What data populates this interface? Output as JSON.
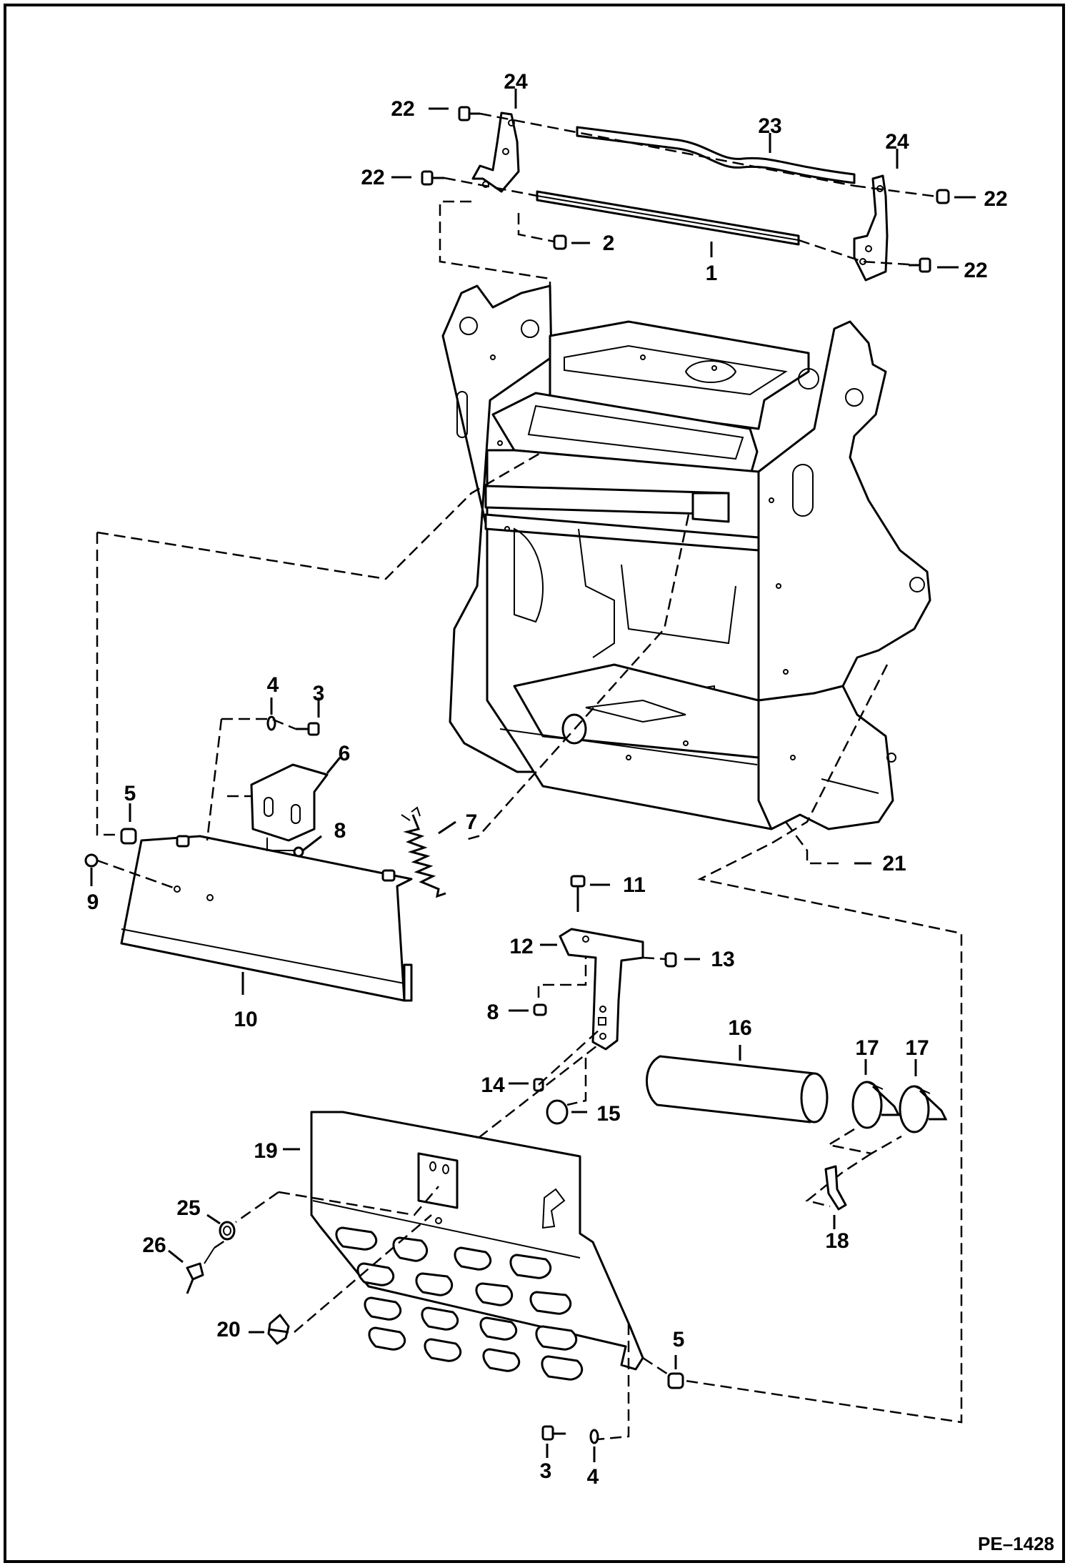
{
  "figure_id": "PE–1428",
  "callouts": [
    {
      "id": "c1",
      "text": "1"
    },
    {
      "id": "c2",
      "text": "2"
    },
    {
      "id": "c3a",
      "text": "3"
    },
    {
      "id": "c3b",
      "text": "3"
    },
    {
      "id": "c4a",
      "text": "4"
    },
    {
      "id": "c4b",
      "text": "4"
    },
    {
      "id": "c5a",
      "text": "5"
    },
    {
      "id": "c5b",
      "text": "5"
    },
    {
      "id": "c6",
      "text": "6"
    },
    {
      "id": "c7",
      "text": "7"
    },
    {
      "id": "c8a",
      "text": "8"
    },
    {
      "id": "c8b",
      "text": "8"
    },
    {
      "id": "c9",
      "text": "9"
    },
    {
      "id": "c10",
      "text": "10"
    },
    {
      "id": "c11",
      "text": "11"
    },
    {
      "id": "c12",
      "text": "12"
    },
    {
      "id": "c13",
      "text": "13"
    },
    {
      "id": "c14",
      "text": "14"
    },
    {
      "id": "c15",
      "text": "15"
    },
    {
      "id": "c16",
      "text": "16"
    },
    {
      "id": "c17a",
      "text": "17"
    },
    {
      "id": "c17b",
      "text": "17"
    },
    {
      "id": "c18",
      "text": "18"
    },
    {
      "id": "c19",
      "text": "19"
    },
    {
      "id": "c20",
      "text": "20"
    },
    {
      "id": "c21",
      "text": "21"
    },
    {
      "id": "c22a",
      "text": "22"
    },
    {
      "id": "c22b",
      "text": "22"
    },
    {
      "id": "c22c",
      "text": "22"
    },
    {
      "id": "c22d",
      "text": "22"
    },
    {
      "id": "c23",
      "text": "23"
    },
    {
      "id": "c24a",
      "text": "24"
    },
    {
      "id": "c24b",
      "text": "24"
    },
    {
      "id": "c25",
      "text": "25"
    },
    {
      "id": "c26",
      "text": "26"
    }
  ]
}
